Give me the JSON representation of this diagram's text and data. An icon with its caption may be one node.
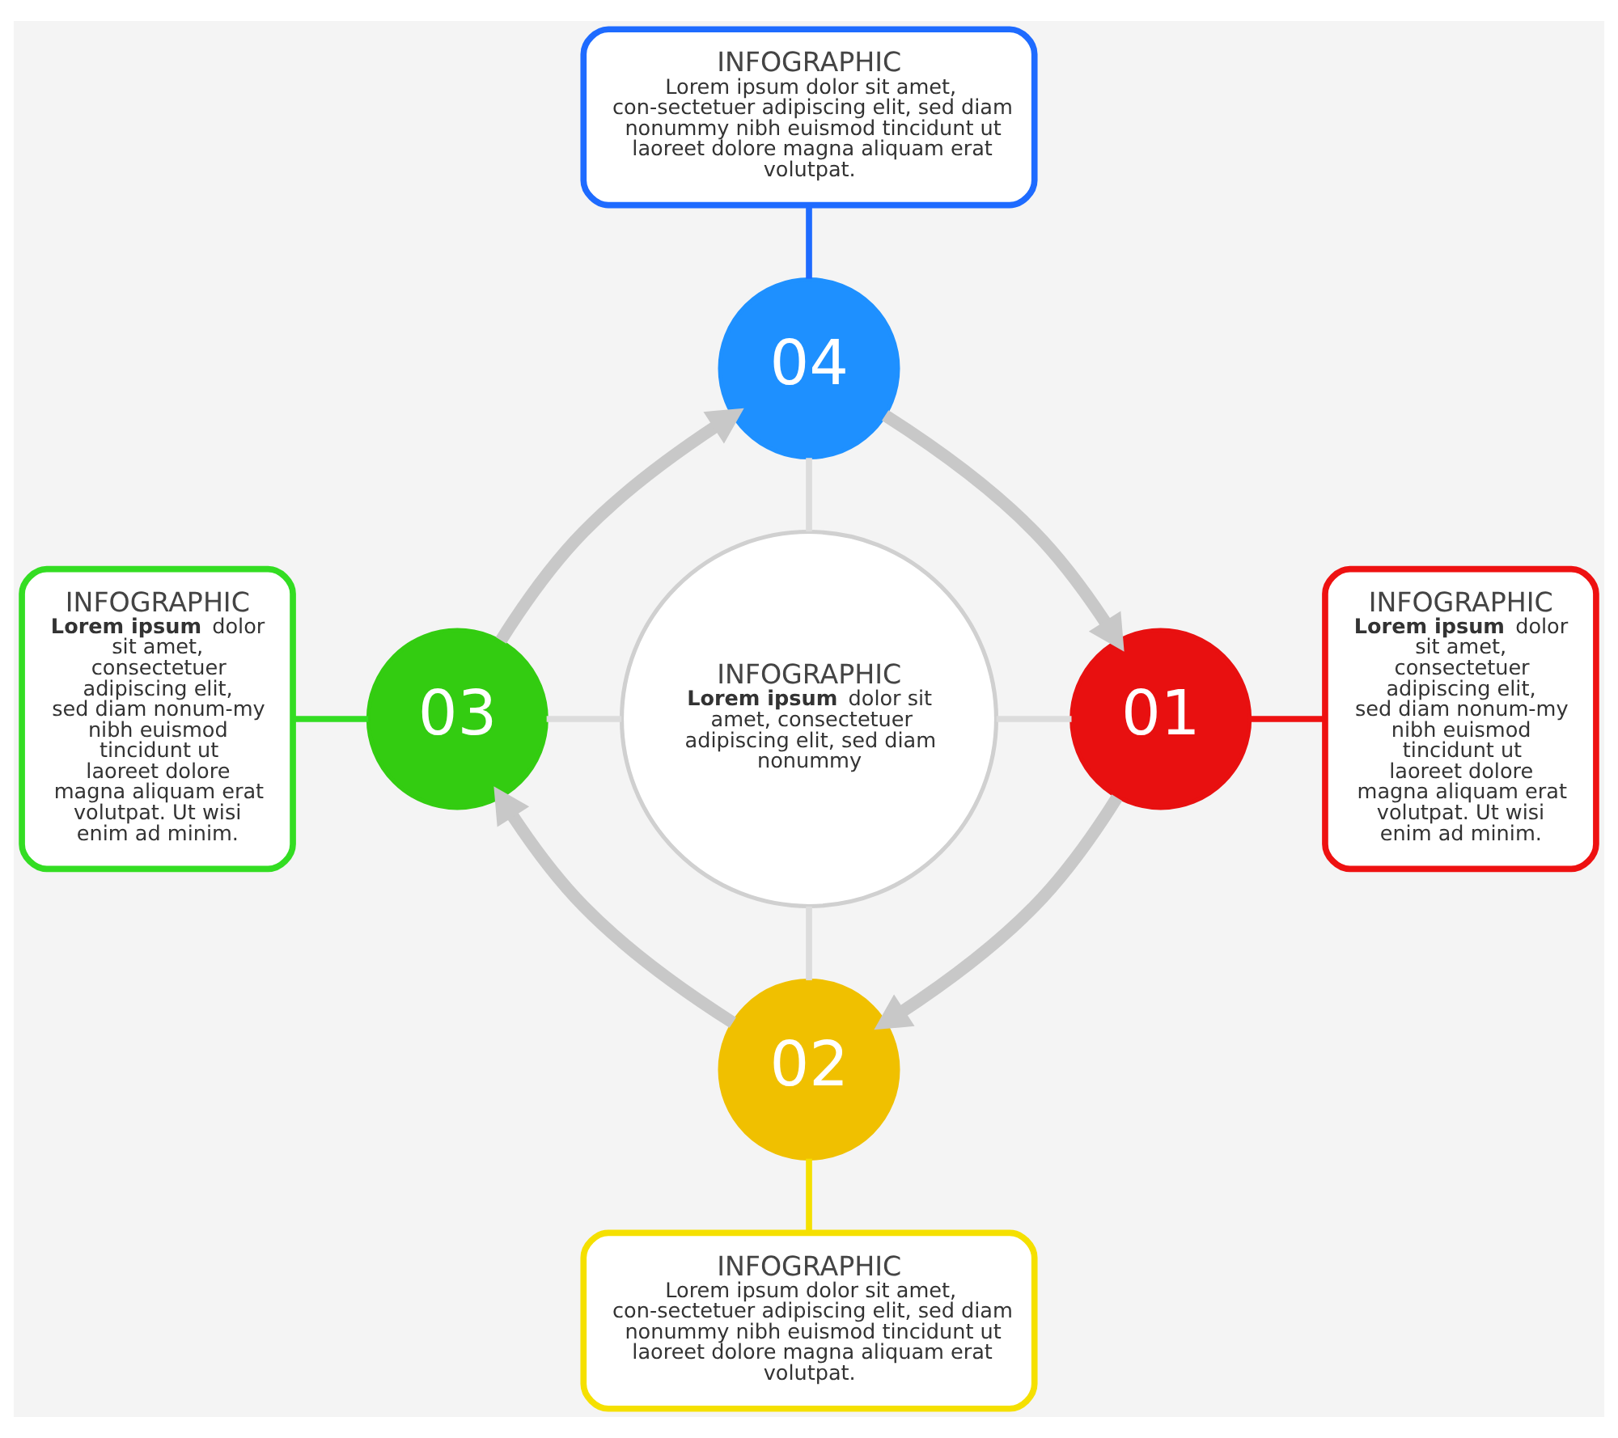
{
  "diagram": {
    "nodes": [
      {
        "text": [
          "INFOGRAPHIC",
          "Lorem ipsum dolor sit amet, con-sectetuer adipiscing elit, sed diam nonummy nibh euismod tincidunt ut laoreet dolore magna aliquam erat volutpat."
        ]
      },
      {
        "text": [
          "04"
        ]
      },
      {
        "text": [
          "INFOGRAPHIC",
          "**Lorem ipsum** dolor sit amet, consectetuer adipiscing elit, sed diam nonum-my nibh euismod tincidunt ut laoreet dolore magna aliquam erat volutpat. Ut wisi enim ad minim."
        ]
      },
      {
        "text": [
          "03"
        ]
      },
      {
        "text": [
          "INFOGRAPHIC",
          "**Lorem ipsum** dolor sit amet, consectetuer adipiscing elit, sed diam nonummy"
        ]
      },
      {
        "text": [
          "01"
        ]
      },
      {
        "text": [
          "INFOGRAPHIC",
          "**Lorem ipsum** dolor sit amet, consectetuer adipiscing elit, sed diam nonum-my nibh euismod tincidunt ut laoreet dolore magna aliquam erat volutpat. Ut wisi enim ad minim."
        ]
      },
      {
        "text": [
          "02"
        ]
      },
      {
        "text": [
          "INFOGRAPHIC",
          "Lorem ipsum dolor sit amet, con-sectetuer adipiscing elit, sed diam nonummy nibh euismod tincidunt ut laoreet dolore magna aliquam erat volutpat."
        ]
      }
    ],
    "edges": [
      {
        "from": 0,
        "to": 1,
        "arrow": "none",
        "color": "#1e6bff"
      },
      {
        "from": 1,
        "to": 4,
        "arrow": "none"
      },
      {
        "from": 2,
        "to": 3,
        "arrow": "none",
        "color": "#33dd22"
      },
      {
        "from": 3,
        "to": 4,
        "arrow": "none"
      },
      {
        "from": 4,
        "to": 5,
        "arrow": "none"
      },
      {
        "from": 5,
        "to": 6,
        "arrow": "none",
        "color": "#ee1111"
      },
      {
        "from": 4,
        "to": 7,
        "arrow": "none"
      },
      {
        "from": 7,
        "to": 8,
        "arrow": "none",
        "color": "#f5e000"
      },
      {
        "from": 1,
        "to": 5,
        "arrow": "to",
        "style": "thick",
        "color": "#c8c8c8"
      },
      {
        "from": 5,
        "to": 7,
        "arrow": "to",
        "style": "thick",
        "color": "#c8c8c8"
      },
      {
        "from": 7,
        "to": 3,
        "arrow": "to",
        "style": "thick",
        "color": "#c8c8c8"
      },
      {
        "from": 3,
        "to": 1,
        "arrow": "to",
        "style": "thick",
        "color": "#c8c8c8"
      }
    ]
  }
}
